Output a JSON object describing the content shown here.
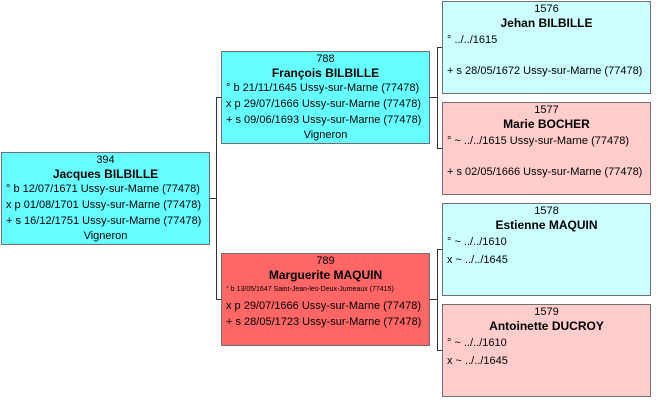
{
  "tree": {
    "root": {
      "num": "394",
      "name": "Jacques BILBILLE",
      "lines": [
        "° b 12/07/1671 Ussy-sur-Marne (77478)",
        "x p 01/08/1701 Ussy-sur-Marne (77478)",
        "+ s 16/12/1751 Ussy-sur-Marne (77478)"
      ],
      "occupation": "Vigneron",
      "color": "#66ffff"
    },
    "father": {
      "num": "788",
      "name": "François BILBILLE",
      "lines": [
        "° b 21/11/1645 Ussy-sur-Marne (77478)",
        "x p 29/07/1666 Ussy-sur-Marne (77478)",
        "+ s 09/06/1693 Ussy-sur-Marne (77478)"
      ],
      "occupation": "Vigneron",
      "color": "#66ffff"
    },
    "mother": {
      "num": "789",
      "name": "Marguerite MAQUIN",
      "lines": [
        "° b 13/05/1647 Saint-Jean-les-Deux-Jumeaux (77415)",
        "x p 29/07/1666 Ussy-sur-Marne (77478)",
        "+ s 28/05/1723 Ussy-sur-Marne (77478)"
      ],
      "color": "#ff6666"
    },
    "gf_paternal": {
      "num": "1576",
      "name": "Jehan BILBILLE",
      "lines": [
        "° ../../1615",
        "+ s 28/05/1672 Ussy-sur-Marne (77478)"
      ],
      "color": "#ccffff"
    },
    "gm_paternal": {
      "num": "1577",
      "name": "Marie BOCHER",
      "lines": [
        "° ~ ../../1615 Ussy-sur-Marne (77478)",
        "+ s 02/05/1666 Ussy-sur-Marne (77478)"
      ],
      "color": "#ffcccc"
    },
    "gf_maternal": {
      "num": "1578",
      "name": "Estienne MAQUIN",
      "lines": [
        "° ~ ../../1610",
        "x ~ ../../1645"
      ],
      "color": "#ccffff"
    },
    "gm_maternal": {
      "num": "1579",
      "name": "Antoinette DUCROY",
      "lines": [
        "° ~ ../../1610",
        "x ~ ../../1645"
      ],
      "color": "#ffcccc"
    }
  }
}
